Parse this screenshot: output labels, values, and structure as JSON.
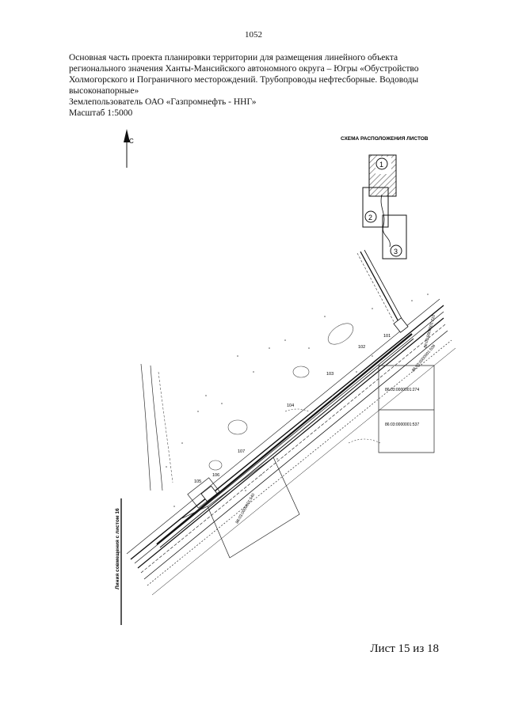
{
  "page_number": "1052",
  "header": {
    "title": "Основная часть проекта планировки территории для размещения линейного объекта регионального значения Ханты-Мансийского автономного округа – Югры «Обустройство Холмогорского и Пограничного месторождений. Трубопроводы нефтесборные. Водоводы высоконапорные»",
    "land_user": "Землепользователь ОАО «Газпромнефть - ННГ»",
    "scale": "Масштаб 1:5000"
  },
  "map": {
    "north_label": "С",
    "scheme_title": "СХЕМА РАСПОЛОЖЕНИЯ ЛИСТОВ",
    "scheme_sheets": [
      "1",
      "2",
      "3"
    ],
    "match_line_label": "Линия совмещения с листом 16",
    "parcel_labels": [
      "86:03:0000001:274",
      "86:03:0000001:537",
      "86:03:0000001:540",
      "86:03:0000001:210",
      "86:03:0000001:536"
    ],
    "picket_labels": [
      "107",
      "106",
      "105",
      "104",
      "103",
      "102",
      "101"
    ],
    "colors": {
      "line": "#1a1a1a",
      "hatch": "#555555"
    }
  },
  "footer": {
    "sheet": "Лист 15 из 18"
  }
}
